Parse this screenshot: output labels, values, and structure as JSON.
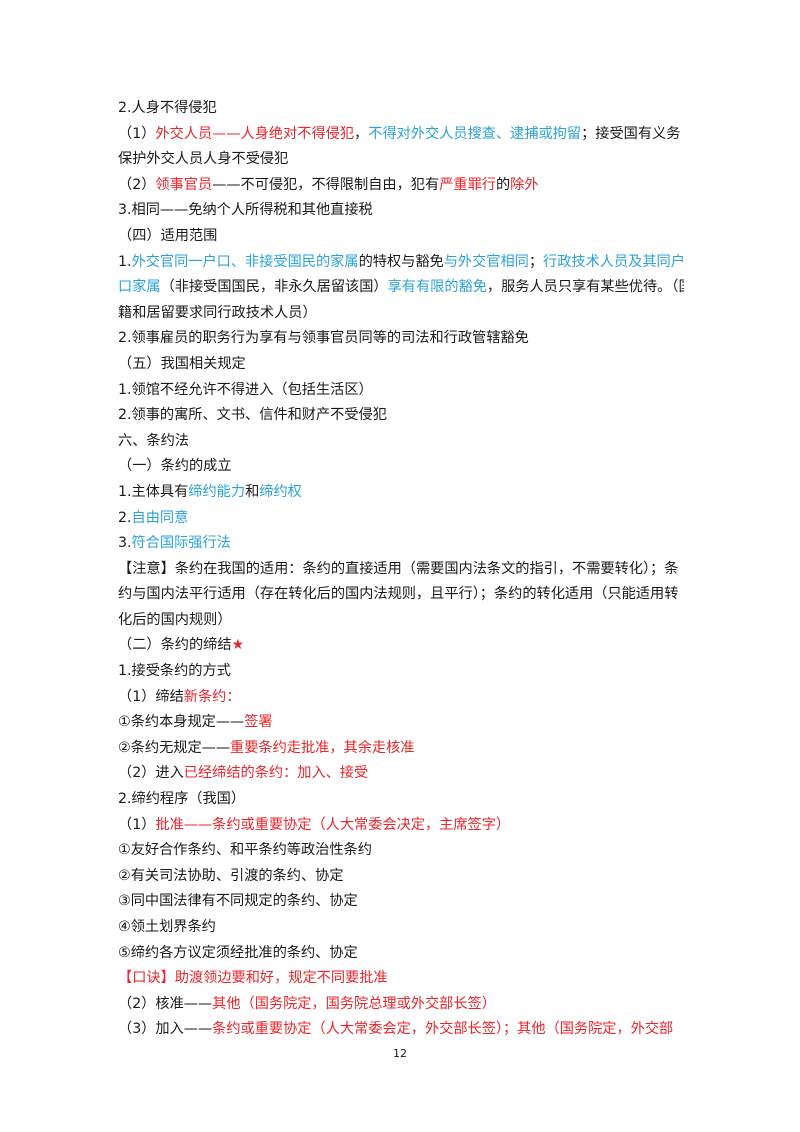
{
  "lines": [
    [
      {
        "t": "2.人身不得侵犯",
        "c": ""
      }
    ],
    [
      {
        "t": "（1）",
        "c": ""
      },
      {
        "t": "外交人员——人身绝对不得侵犯",
        "c": "red"
      },
      {
        "t": "，",
        "c": ""
      },
      {
        "t": "不得对外交人员搜查、逮捕或拘留",
        "c": "blue"
      },
      {
        "t": "；接受国有义务",
        "c": ""
      }
    ],
    [
      {
        "t": "保护外交人员人身不受侵犯",
        "c": ""
      }
    ],
    [
      {
        "t": "（2）",
        "c": ""
      },
      {
        "t": "领事官员",
        "c": "red"
      },
      {
        "t": "——不可侵犯，不得限制自由，犯有",
        "c": ""
      },
      {
        "t": "严重罪行",
        "c": "red"
      },
      {
        "t": "的",
        "c": ""
      },
      {
        "t": "除外",
        "c": "red"
      }
    ],
    [
      {
        "t": "3.相同——免纳个人所得税和其他直接税",
        "c": ""
      }
    ],
    [
      {
        "t": "（四）适用范围",
        "c": ""
      }
    ],
    [
      {
        "t": "1.",
        "c": ""
      },
      {
        "t": "外交官同一户口、非接受国民的家属",
        "c": "blue"
      },
      {
        "t": "的特权与豁免",
        "c": ""
      },
      {
        "t": "与外交官相同",
        "c": "blue"
      },
      {
        "t": "；",
        "c": ""
      },
      {
        "t": "行政技术人员及其同户",
        "c": "blue"
      }
    ],
    [
      {
        "t": "口家属",
        "c": "blue"
      },
      {
        "t": "（非接受国国民，非永久居留该国）",
        "c": ""
      },
      {
        "t": "享有有限的豁免",
        "c": "blue"
      },
      {
        "t": "，服务人员只享有某些优待。（国",
        "c": ""
      }
    ],
    [
      {
        "t": "籍和居留要求同行政技术人员）",
        "c": ""
      }
    ],
    [
      {
        "t": "2.领事雇员的职务行为享有与领事官员同等的司法和行政管辖豁免",
        "c": ""
      }
    ],
    [
      {
        "t": "（五）我国相关规定",
        "c": ""
      }
    ],
    [
      {
        "t": "1.领馆不经允许不得进入（包括生活区）",
        "c": ""
      }
    ],
    [
      {
        "t": "2.领事的寓所、文书、信件和财产不受侵犯",
        "c": ""
      }
    ],
    [
      {
        "t": "六、条约法",
        "c": ""
      }
    ],
    [
      {
        "t": "（一）条约的成立",
        "c": ""
      }
    ],
    [
      {
        "t": "1.主体具有",
        "c": ""
      },
      {
        "t": "缔约能力",
        "c": "blue"
      },
      {
        "t": "和",
        "c": ""
      },
      {
        "t": "缔约权",
        "c": "blue"
      }
    ],
    [
      {
        "t": "2.",
        "c": ""
      },
      {
        "t": "自由同意",
        "c": "blue"
      }
    ],
    [
      {
        "t": "3.",
        "c": ""
      },
      {
        "t": "符合国际强行法",
        "c": "blue"
      }
    ],
    [
      {
        "t": "【注意】条约在我国的适用：条约的直接适用（需要国内法条文的指引，不需要转化）；条",
        "c": ""
      }
    ],
    [
      {
        "t": "约与国内法平行适用（存在转化后的国内法规则，且平行）；条约的转化适用（只能适用转",
        "c": ""
      }
    ],
    [
      {
        "t": "化后的国内规则）",
        "c": ""
      }
    ],
    [
      {
        "t": "（二）条约的缔结",
        "c": ""
      },
      {
        "t": "★",
        "c": "star"
      }
    ],
    [
      {
        "t": "1.接受条约的方式",
        "c": ""
      }
    ],
    [
      {
        "t": "（1）缔结",
        "c": ""
      },
      {
        "t": "新条约：",
        "c": "red"
      }
    ],
    [
      {
        "t": "①条约本身规定——",
        "c": ""
      },
      {
        "t": "签署",
        "c": "red"
      }
    ],
    [
      {
        "t": "②条约无规定——",
        "c": ""
      },
      {
        "t": "重要条约走批准，其余走核准",
        "c": "red"
      }
    ],
    [
      {
        "t": "（2）进入",
        "c": ""
      },
      {
        "t": "已经缔结的条约：加入、接受",
        "c": "red"
      }
    ],
    [
      {
        "t": "2.缔约程序（我国）",
        "c": ""
      }
    ],
    [
      {
        "t": "（1）",
        "c": ""
      },
      {
        "t": "批准——条约或重要协定（人大常委会决定，主席签字）",
        "c": "red"
      }
    ],
    [
      {
        "t": "①友好合作条约、和平条约等政治性条约",
        "c": ""
      }
    ],
    [
      {
        "t": "②有关司法协助、引渡的条约、协定",
        "c": ""
      }
    ],
    [
      {
        "t": "③同中国法律有不同规定的条约、协定",
        "c": ""
      }
    ],
    [
      {
        "t": "④领土划界条约",
        "c": ""
      }
    ],
    [
      {
        "t": "⑤缔约各方议定须经批准的条约、协定",
        "c": ""
      }
    ],
    [
      {
        "t": "【口诀】助渡领边要和好，规定不同要批准",
        "c": "red"
      }
    ],
    [
      {
        "t": "（2）核准——",
        "c": ""
      },
      {
        "t": "其他（国务院定，国务院总理或外交部长签）",
        "c": "red"
      }
    ],
    [
      {
        "t": "（3）加入——",
        "c": ""
      },
      {
        "t": "条约或重要协定（人大常委会定，外交部长签）；其他（国务院定，外交部",
        "c": "red"
      }
    ]
  ],
  "page_number": "12",
  "colors": {
    "text": "#1a1a1a",
    "red": "#e8262b",
    "blue": "#2aa2d9"
  }
}
